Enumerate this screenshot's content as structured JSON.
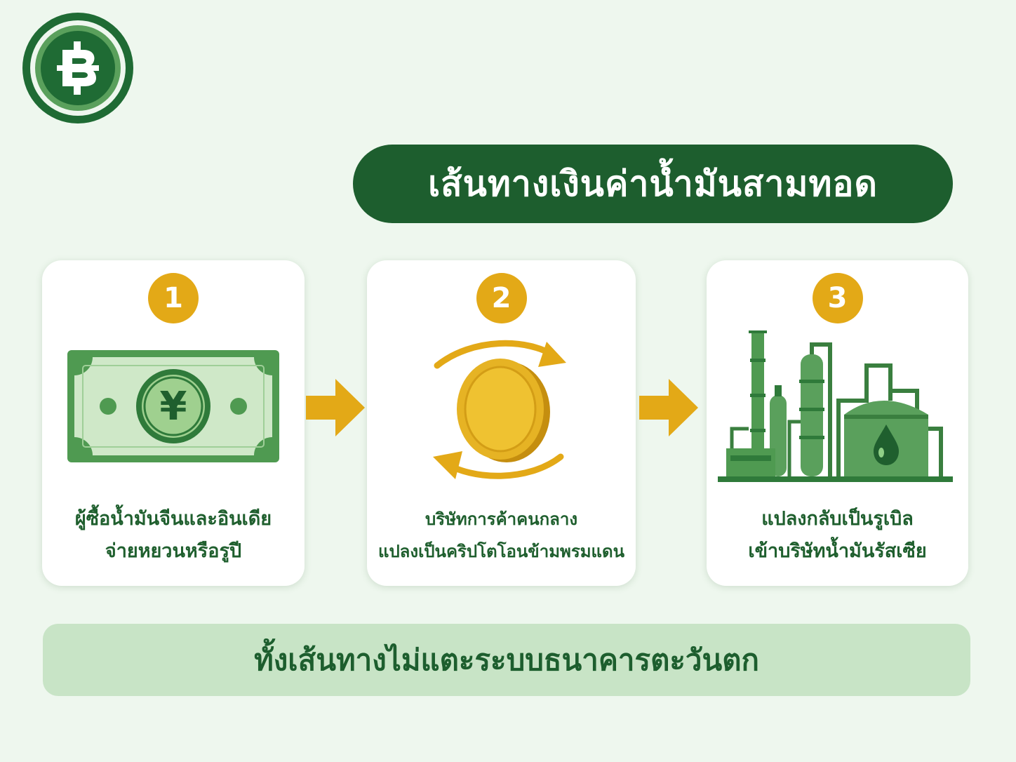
{
  "logo": {
    "symbol": "฿",
    "icon": "baht-logo-icon"
  },
  "title": "เส้นทางเงินค่าน้ำมันสามทอด",
  "steps": [
    {
      "number": "1",
      "icon": "yuan-banknote-icon",
      "lines": [
        "ผู้ซื้อน้ำมันจีนและอินเดีย",
        "จ่ายหยวนหรือรูปี"
      ]
    },
    {
      "number": "2",
      "icon": "coin-exchange-icon",
      "lines": [
        "บริษัทการค้าคนกลาง",
        "แปลงเป็นคริปโตโอนข้ามพรมแดน"
      ]
    },
    {
      "number": "3",
      "icon": "oil-refinery-icon",
      "lines": [
        "แปลงกลับเป็นรูเบิล",
        "เข้าบริษัทน้ำมันรัสเซีย"
      ]
    }
  ],
  "banknote_symbol": "¥",
  "footer": "ทั้งเส้นทางไม่แตะระบบธนาคารตะวันตก",
  "colors": {
    "dark_green": "#1d5e2e",
    "mid_green": "#5aa05c",
    "light_green": "#c8e4c6",
    "gold": "#e3a917",
    "background": "#eef7ee"
  }
}
